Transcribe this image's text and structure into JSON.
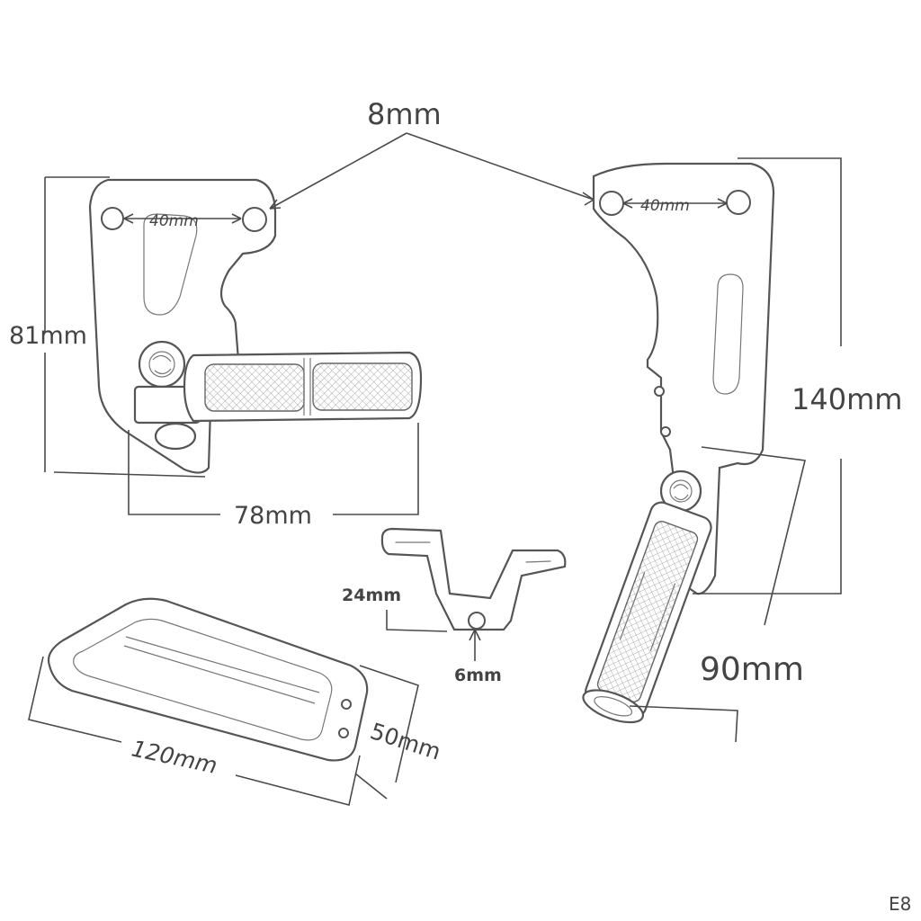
{
  "dimensions": {
    "hole_size": "8mm",
    "hole_spacing_left": "40mm",
    "hole_spacing_right": "40mm",
    "left_bracket_height": "81mm",
    "left_peg_length": "78mm",
    "right_bracket_height": "140mm",
    "right_peg_length": "90mm",
    "small_bracket_height": "24mm",
    "small_bracket_hole": "6mm",
    "plate_length": "120mm",
    "plate_width": "50mm"
  },
  "watermark": "E8"
}
